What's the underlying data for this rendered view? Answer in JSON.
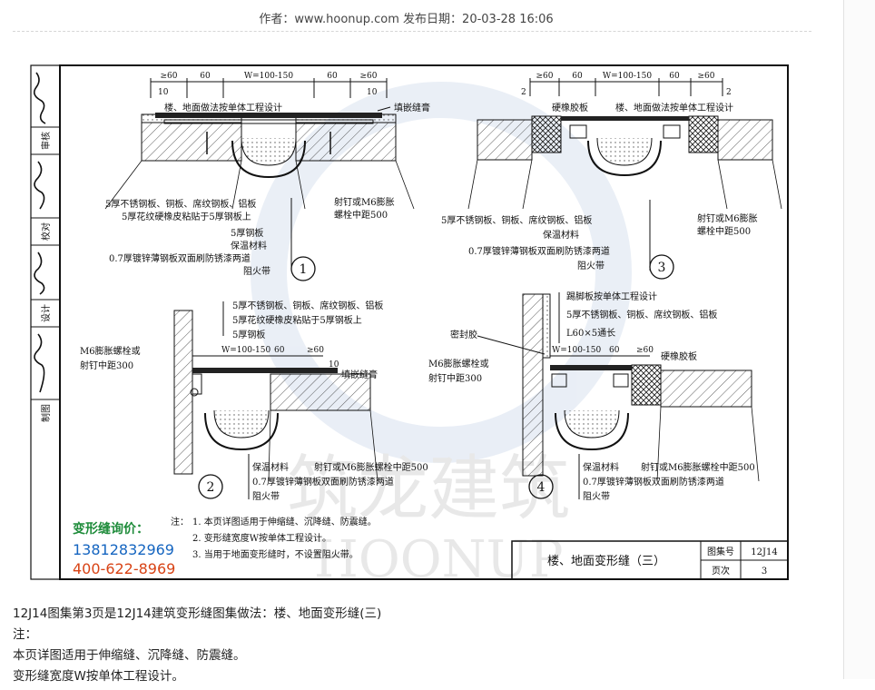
{
  "article_meta": "作者：www.hoonup.com 发布日期：20-03-28 16:06",
  "drawing": {
    "title": "楼、地面变形缝（三）",
    "atlas_label": "图集号",
    "atlas_number": "12J14",
    "page_label": "页次",
    "page_number": "3",
    "sidebar_labels": [
      "审核",
      "校对",
      "设计",
      "制图"
    ],
    "watermark": "筑龙建筑",
    "watermark_latin": "HOONUP",
    "promo": {
      "title": "变形缝询价：",
      "phone1": "13812832969",
      "phone2": "400-622-8969"
    },
    "notes": {
      "label": "注：",
      "items": [
        "1. 本页详图适用于伸缩缝、沉降缝、防震缝。",
        "2. 变形缝宽度W按单体工程设计。",
        "3. 当用于地面变形缝时，不设置阻火带。"
      ]
    },
    "detail_numbers": [
      "1",
      "2",
      "3",
      "4"
    ],
    "d1": {
      "dims": [
        "≥60",
        "60",
        "W=100-150",
        "60",
        "≥60",
        "10",
        "10"
      ],
      "top_label": "楼、地面做法按单体工程设计",
      "right_label": "填嵌缝膏",
      "fastener": [
        "射钉或M6膨胀",
        "螺栓中距500"
      ],
      "labels": [
        "5厚不锈钢板、铜板、席纹钢板、铝板",
        "5厚花纹硬橡皮粘贴于5厚钢板上",
        "5厚钢板",
        "保温材料",
        "0.7厚镀锌薄钢板双面刷防锈漆两道",
        "阻火带"
      ]
    },
    "d2": {
      "labels_top": [
        "5厚不锈钢板、铜板、席纹钢板、铝板",
        "5厚花纹硬橡皮粘贴于5厚钢板上",
        "5厚钢板"
      ],
      "left_label": [
        "M6膨胀螺栓或",
        "射钉中距300"
      ],
      "dims": [
        "W=100-150",
        "60",
        "≥60",
        "10"
      ],
      "right_label": "填嵌缝膏",
      "bottom_labels": [
        "保温材料",
        "0.7厚镀锌薄钢板双面刷防锈漆两道",
        "阻火带"
      ],
      "fastener": "射钉或M6膨胀螺栓中距500"
    },
    "d3": {
      "dims": [
        "≥60",
        "60",
        "W=100-150",
        "60",
        "≥60",
        "2",
        "2"
      ],
      "rubber": "硬橡胶板",
      "top_label": "楼、地面做法按单体工程设计",
      "labels": [
        "5厚不锈钢板、铜板、席纹钢板、铝板",
        "保温材料",
        "0.7厚镀锌薄钢板双面刷防锈漆两道",
        "阻火带"
      ],
      "fastener": [
        "射钉或M6膨胀",
        "螺栓中距500"
      ]
    },
    "d4": {
      "top_labels": [
        "踢脚板按单体工程设计",
        "5厚不锈钢板、铜板、席纹钢板、铝板",
        "L60×5通长"
      ],
      "sealant": "密封胶",
      "dims": [
        "W=100-150",
        "60",
        "≥60"
      ],
      "rubber": "硬橡胶板",
      "left_label": [
        "M6膨胀螺栓或",
        "射钉中距300"
      ],
      "bottom_labels": [
        "保温材料",
        "0.7厚镀锌薄钢板双面刷防锈漆两道",
        "阻火带"
      ],
      "fastener": "射钉或M6膨胀螺栓中距500"
    }
  },
  "article_body": [
    "12J14图集第3页是12J14建筑变形缝图集做法：楼、地面变形缝(三)",
    "注：",
    "本页详图适用于伸缩缝、沉降缝、防震缝。",
    "变形缝宽度W按单体工程设计。"
  ]
}
